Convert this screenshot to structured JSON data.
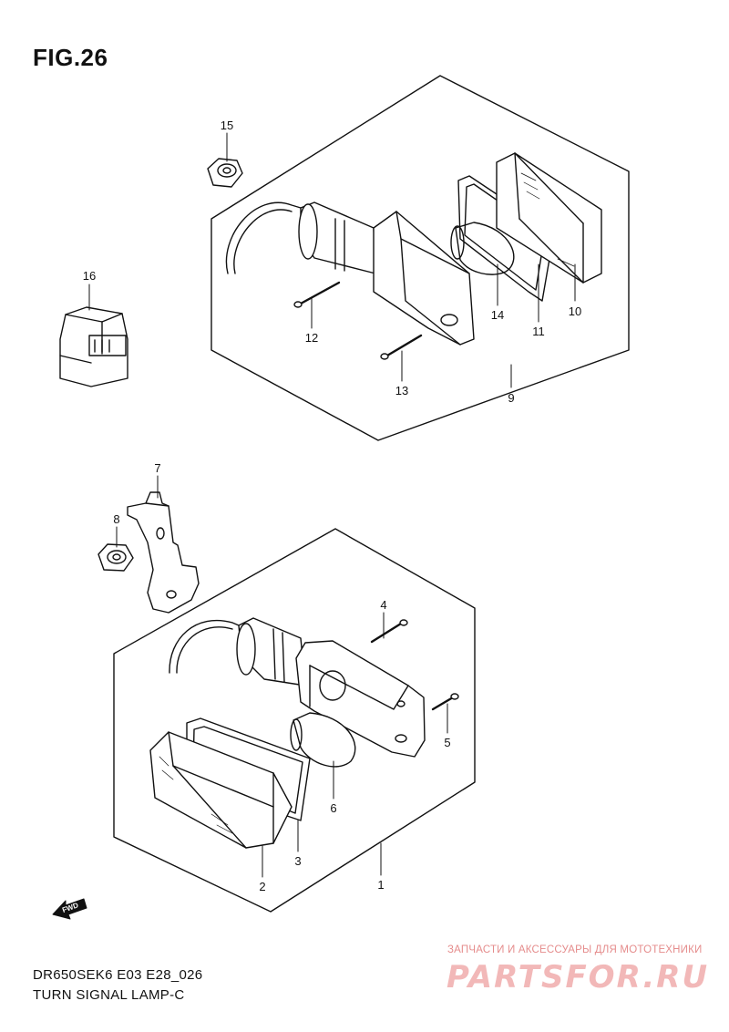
{
  "figure_title": "FIG.26",
  "callouts": {
    "p1": "1",
    "p2": "2",
    "p3": "3",
    "p4": "4",
    "p5": "5",
    "p6": "6",
    "p7": "7",
    "p8": "8",
    "p9": "9",
    "p10": "10",
    "p11": "11",
    "p12": "12",
    "p13": "13",
    "p14": "14",
    "p15": "15",
    "p16": "16"
  },
  "fwd_arrow_label": "FWD",
  "footer": {
    "code": "DR650SEK6 E03 E28_026",
    "name": "TURN SIGNAL LAMP-C"
  },
  "watermark": {
    "subtitle": "ЗАПЧАСТИ И АКСЕССУАРЫ ДЛЯ МОТОТЕХНИКИ",
    "logo": "PARTSFOR.RU"
  }
}
